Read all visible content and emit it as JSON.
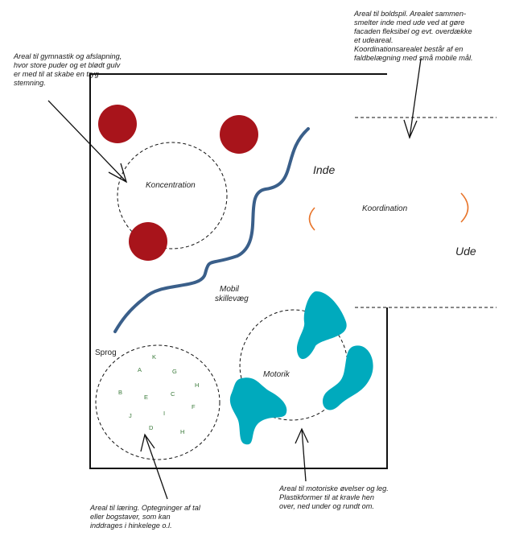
{
  "annotations": {
    "ball_area": [
      "Areal til boldspil. Arealet sammen-",
      "smelter inde med ude ved at gøre",
      "facaden fleksibel og evt. overdække",
      "et udeareal.",
      "Koordinationsarealet består af en",
      "faldbelægning med små mobile mål."
    ],
    "gym_area": [
      "Areal til gymnastik og afslapning,",
      "hvor store puder og et blødt gulv",
      "er med til at skabe en tryg",
      "stemning."
    ],
    "learning_area": [
      "Areal til læring. Optegninger af tal",
      "eller bogstaver, som kan",
      "inddrages i hinkelege o.l."
    ],
    "motor_area": [
      "Areal til motoriske øvelser og leg.",
      "Plastikformer til at kravle hen",
      "over, ned under og rundt om."
    ]
  },
  "zones": {
    "koncentration": "Koncentration",
    "koordination": "Koordination",
    "motorik": "Motorik",
    "sprog": "Sprog",
    "inde": "Inde",
    "ude": "Ude",
    "wall_line1": "Mobil",
    "wall_line2": "skillevæg"
  },
  "letters": [
    "K",
    "A",
    "G",
    "B",
    "E",
    "C",
    "H",
    "J",
    "I",
    "F",
    "D",
    "H"
  ],
  "colors": {
    "circle_red": "#a8141b",
    "wall_blue": "#3a5f8a",
    "shape_teal": "#00aabd",
    "bracket_orange": "#e8742a",
    "letter_green": "#3a7a3a"
  }
}
